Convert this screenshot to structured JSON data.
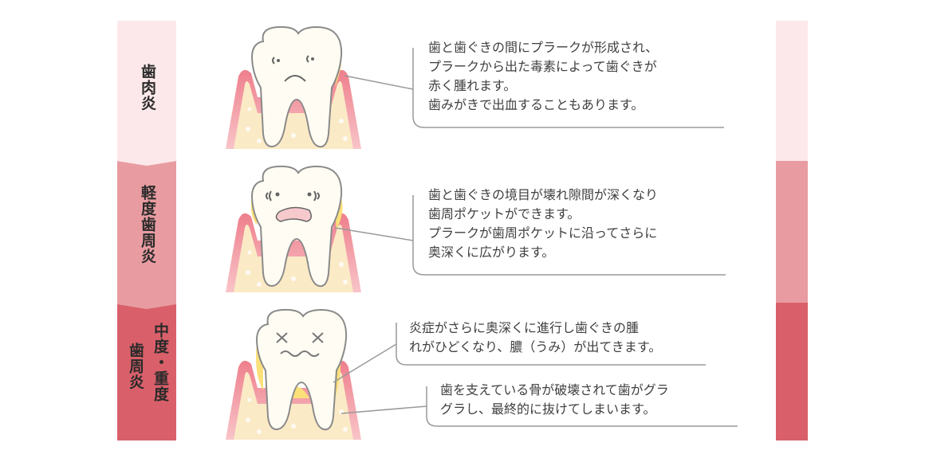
{
  "colors": {
    "stage1": "#fce8ea",
    "stage2": "#e89ca1",
    "stage3": "#d9606a",
    "line": "#9a9a9a"
  },
  "stages": [
    {
      "label": "歯肉炎",
      "lines": [
        "歯と歯ぐきの間にプラークが形成され、",
        "プラークから出た毒素によって歯ぐきが",
        "赤く腫れます。",
        "歯みがきで出血することもあります。"
      ]
    },
    {
      "label": "軽度歯周炎",
      "lines": [
        "歯と歯ぐきの境目が壊れ隙間が深くなり",
        "歯周ポケットができます。",
        "プラークが歯周ポケットに沿ってさらに",
        "奥深くに広がります。"
      ]
    },
    {
      "label_a": "中度・重度",
      "label_b": "歯周炎",
      "notes": [
        {
          "lines": [
            "炎症がさらに奥深くに進行し歯ぐきの腫",
            "れがひどくなり、膿（うみ）が出てきます。"
          ]
        },
        {
          "lines": [
            "歯を支えている骨が破壊されて歯がグラ",
            "グラし、最終的に抜けてしまいます。"
          ]
        }
      ]
    }
  ]
}
